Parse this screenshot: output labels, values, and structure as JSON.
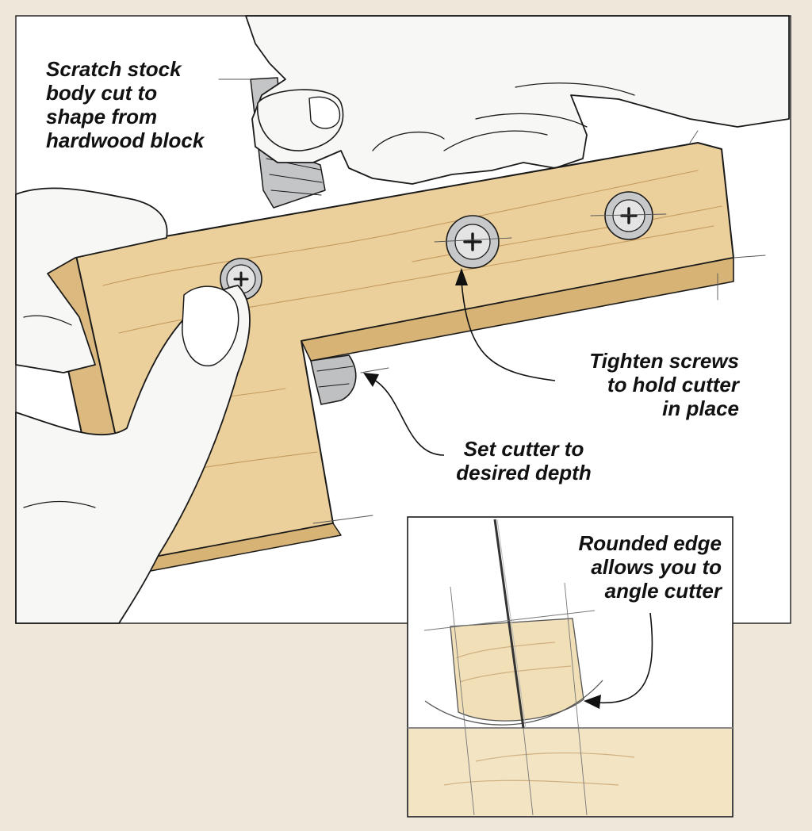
{
  "labels": {
    "body": "Scratch stock\nbody cut to\nshape from\nhardwood block",
    "screws": "Tighten screws\nto hold cutter\nin place",
    "cutter": "Set cutter to\ndesired depth",
    "inset": "Rounded edge\nallows you to\nangle cutter"
  },
  "colors": {
    "background": "#efe7da",
    "panel": "#ffffff",
    "wood": "#ecd09c",
    "wood_dark": "#d9b57a",
    "wood_grain": "#c69a5c",
    "steel": "#b9babb",
    "skin": "#f6f6f4",
    "outline": "#1a1a1a"
  }
}
